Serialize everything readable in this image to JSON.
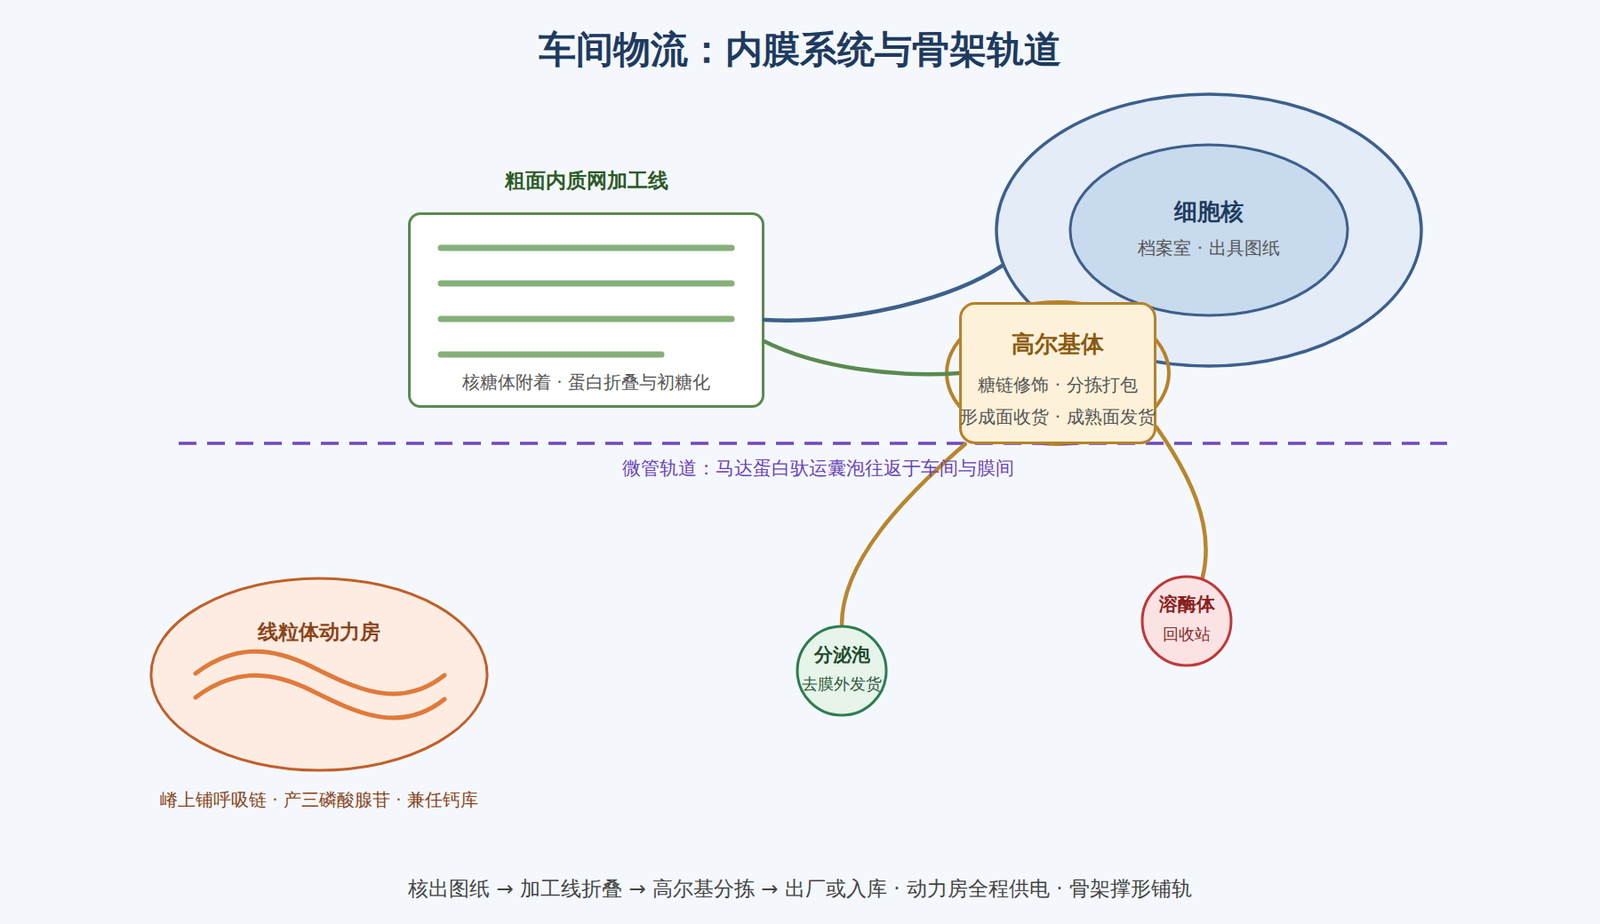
{
  "diagram": {
    "title": "车间物流：内膜系统与骨架轨道",
    "caption": "核出图纸 → 加工线折叠 → 高尔基分拣 → 出厂或入库 · 动力房全程供电 · 骨架撑形铺轨",
    "nodes": [
      {
        "text": [
          "粗面内质网加工线",
          "核糖体附着 · 蛋白折叠与初糖化"
        ]
      },
      {
        "text": [
          "细胞核",
          "档案室 · 出具图纸"
        ]
      },
      {
        "text": [
          "高尔基体",
          "糖链修饰 · 分拣打包",
          "形成面收货 · 成熟面发货"
        ]
      },
      {
        "text": [
          "线粒体动力房",
          "嵴上铺呼吸链 · 产三磷酸腺苷 · 兼任钙库"
        ]
      },
      {
        "text": [
          "分泌泡",
          "去膜外发货"
        ]
      },
      {
        "text": [
          "溶酶体",
          "回收站"
        ]
      }
    ],
    "edges": [
      {
        "from": 1,
        "to": 0,
        "arrow": "none"
      },
      {
        "from": 0,
        "to": 2,
        "arrow": "none"
      },
      {
        "from": 2,
        "to": 4,
        "arrow": "none"
      },
      {
        "from": 2,
        "to": 5,
        "arrow": "none"
      }
    ],
    "labels": [
      "微管轨道：马达蛋白驮运囊泡往返于车间与膜间"
    ]
  }
}
